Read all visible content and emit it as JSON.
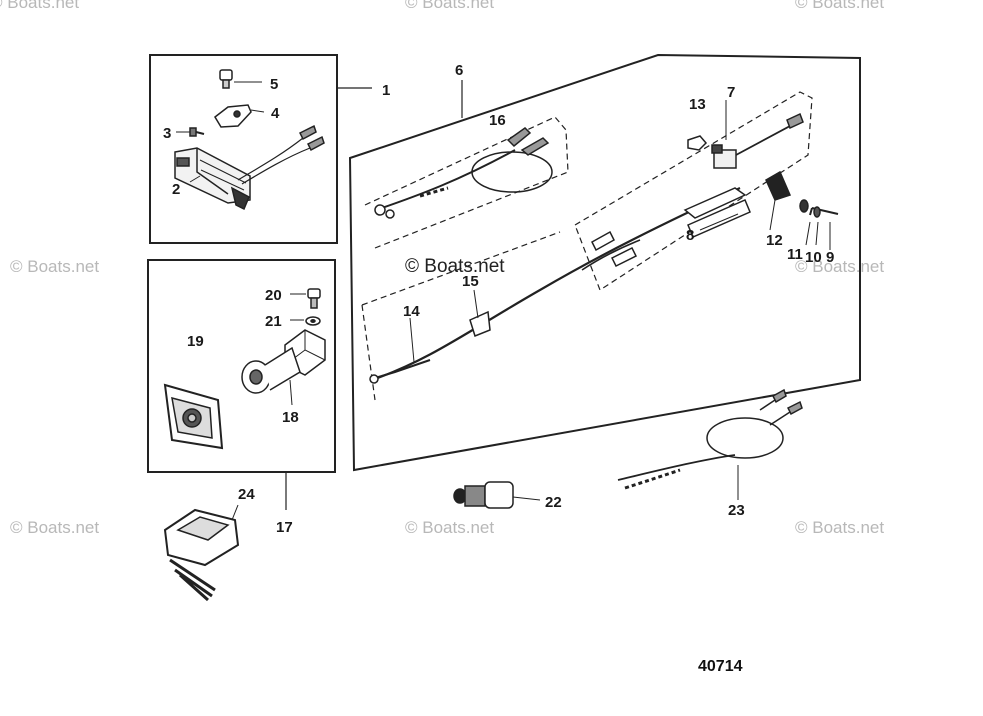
{
  "watermark": "© Boats.net",
  "figure_number": "40714",
  "callouts": {
    "c1": "1",
    "c2": "2",
    "c3": "3",
    "c4": "4",
    "c5": "5",
    "c6": "6",
    "c7": "7",
    "c8": "8",
    "c9": "9",
    "c10": "10",
    "c11": "11",
    "c12": "12",
    "c13": "13",
    "c14": "14",
    "c15": "15",
    "c16": "16",
    "c17": "17",
    "c18": "18",
    "c19": "19",
    "c20": "20",
    "c21": "21",
    "c22": "22",
    "c23": "23",
    "c24": "24"
  }
}
